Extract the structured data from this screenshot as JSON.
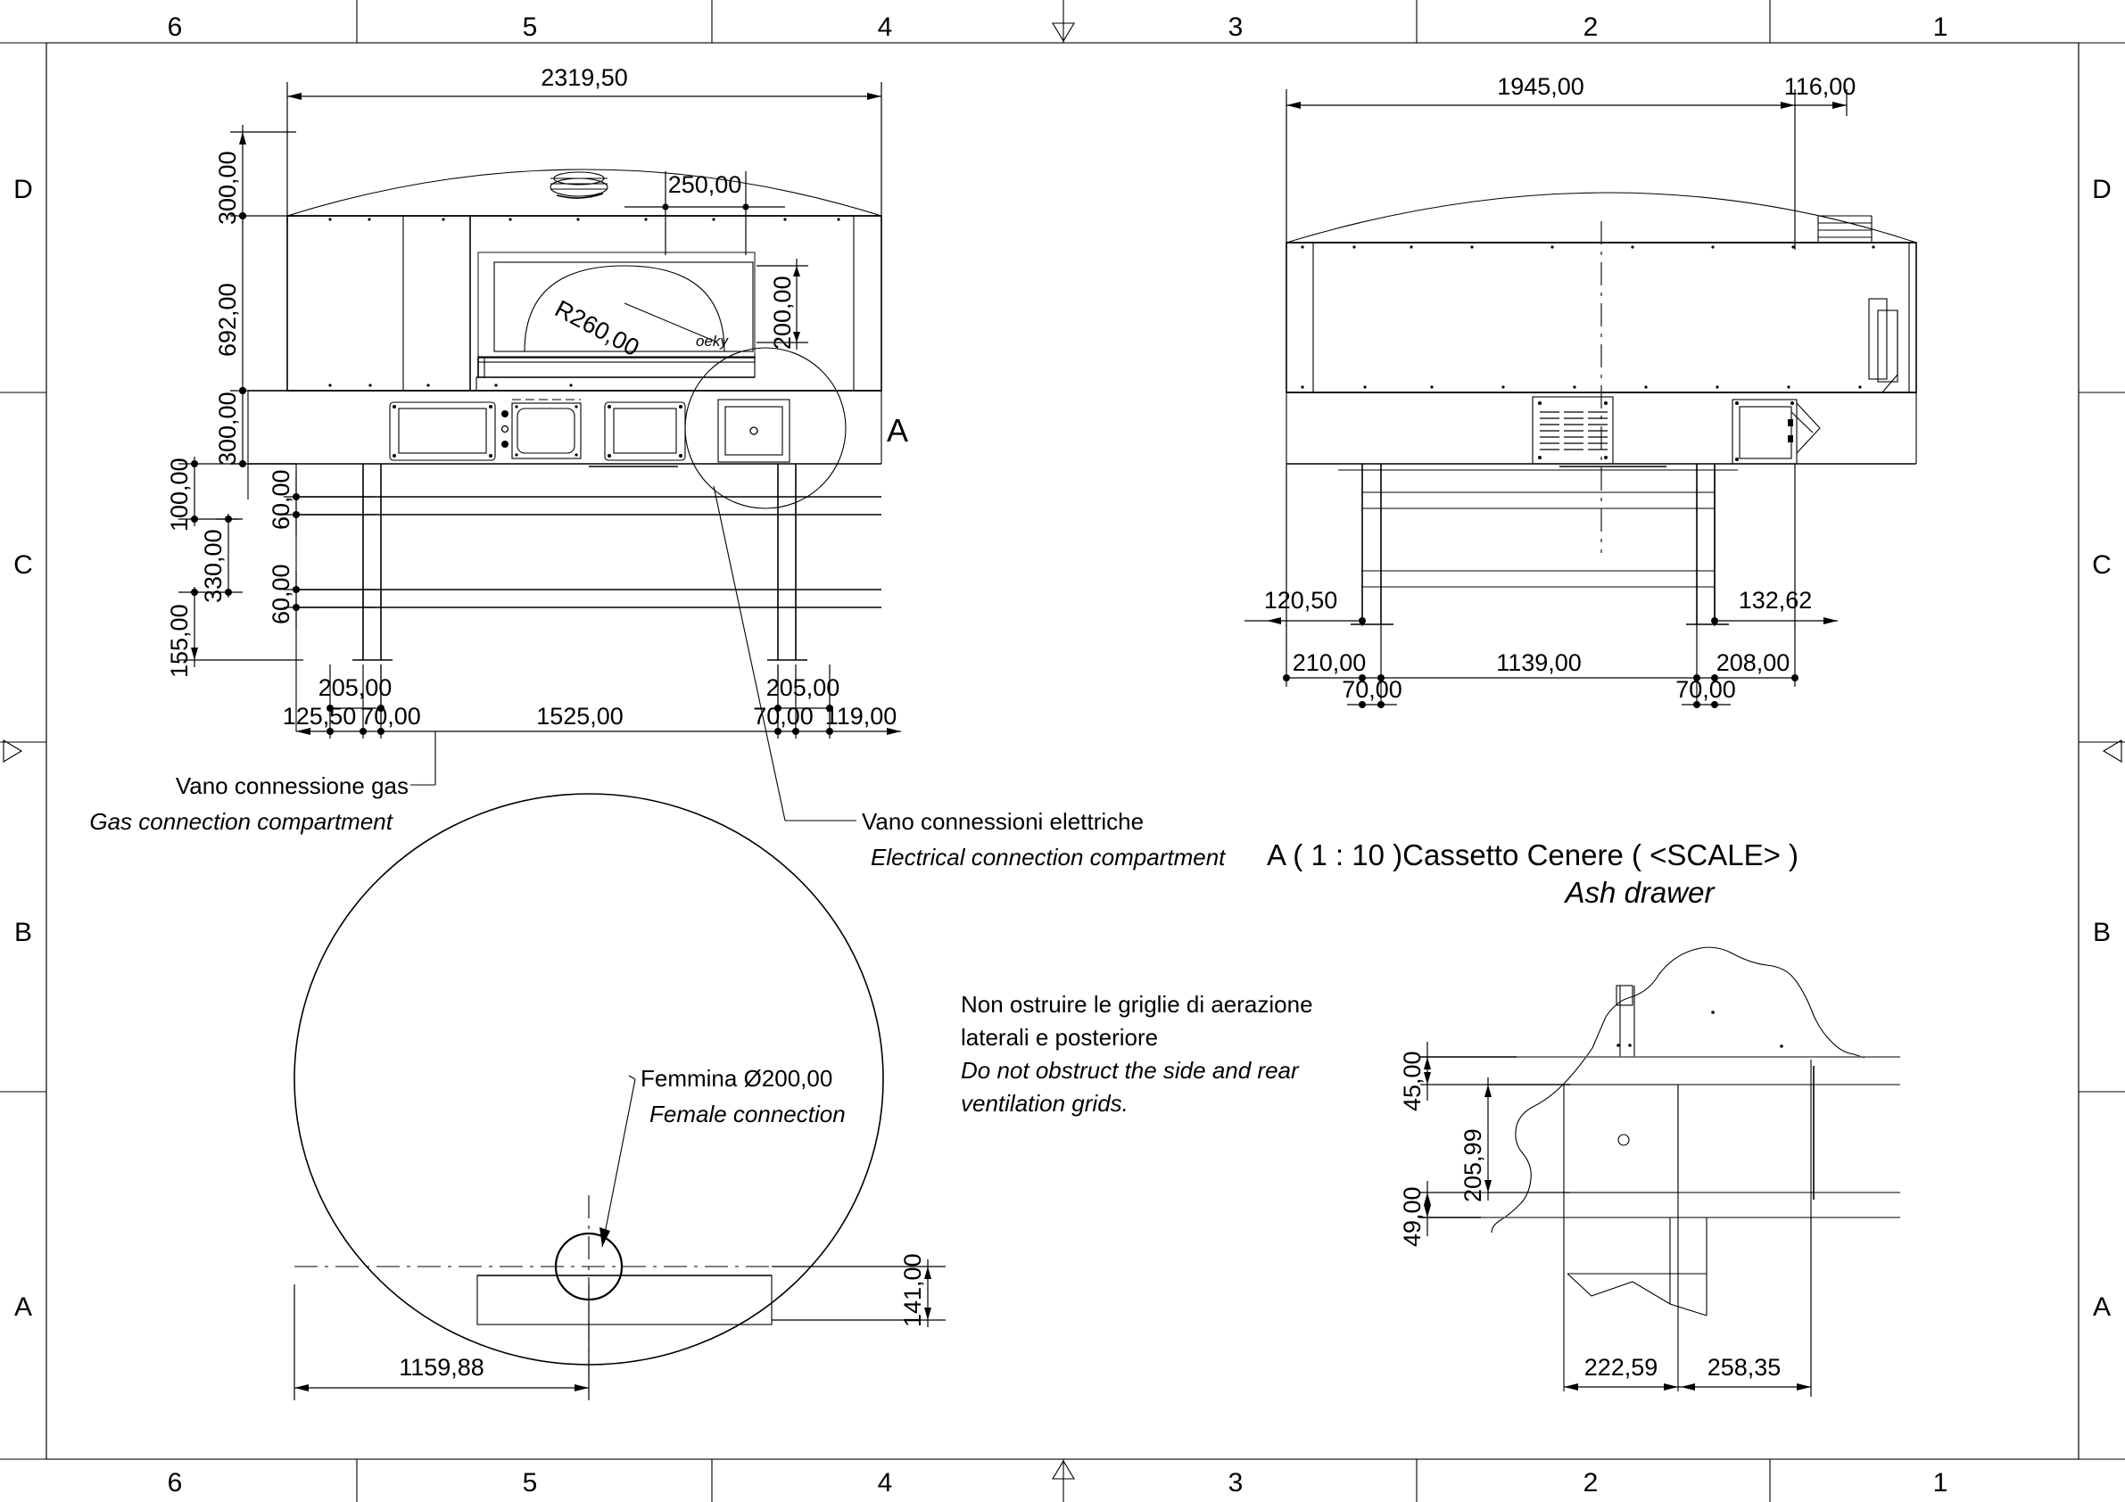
{
  "sheet": {
    "zone_columns_top": [
      "6",
      "5",
      "4",
      "3",
      "2",
      "1"
    ],
    "zone_columns_bottom": [
      "6",
      "5",
      "4",
      "3",
      "2",
      "1"
    ],
    "zone_rows_left": [
      "D",
      "C",
      "B",
      "A"
    ],
    "zone_rows_right": [
      "D",
      "C",
      "B",
      "A"
    ]
  },
  "front_view": {
    "detail_marker": "A",
    "dims": {
      "overall_width": "2319,50",
      "roof_height": "300,00",
      "body_height": "692,00",
      "panel_height": "300,00",
      "mouth_width": "250,00",
      "mouth_height": "200,00",
      "mouth_radius": "R260,00",
      "leg_100": "100,00",
      "leg_330": "330,00",
      "leg_155": "155,00",
      "foot_60_a": "60,00",
      "foot_60_b": "60,00",
      "left_205": "205,00",
      "right_205": "205,00",
      "left_125": "125,50",
      "left_70": "70,00",
      "span_1525": "1525,00",
      "right_70": "70,00",
      "right_119": "119,00"
    },
    "logo_text": "oeky"
  },
  "side_view": {
    "dims": {
      "depth": "1945,00",
      "rear_offset": "116,00",
      "left_120": "120,50",
      "right_132": "132,62",
      "left_210": "210,00",
      "center_1139": "1139,00",
      "right_208": "208,00",
      "foot_left_70": "70,00",
      "foot_right_70": "70,00"
    }
  },
  "callouts": {
    "gas": {
      "it": "Vano connessione gas",
      "en": "Gas connection compartment"
    },
    "electrical": {
      "it": "Vano connessioni elettriche",
      "en": "Electrical connection compartment"
    },
    "female": {
      "it": "Femmina Ø200,00",
      "en": "Female connection"
    },
    "warning": {
      "it_line1": "Non ostruire le griglie di aerazione",
      "it_line2": "laterali e posteriore",
      "en_line1": "Do not obstruct the side and rear",
      "en_line2": "ventilation grids."
    }
  },
  "detail_view": {
    "title_it": "A ( 1 : 10 )Cassetto Cenere ( <SCALE> )",
    "title_en": "Ash drawer",
    "dims": {
      "top_45": "45,00",
      "height_205": "205,99",
      "bottom_49": "49,00",
      "left_222": "222,59",
      "right_258": "258,35"
    }
  },
  "circle_detail": {
    "dims": {
      "height_141": "141,00",
      "width_1159": "1159,88"
    }
  },
  "colors": {
    "line": "#000000",
    "light_line": "#555555",
    "background": "#ffffff"
  }
}
